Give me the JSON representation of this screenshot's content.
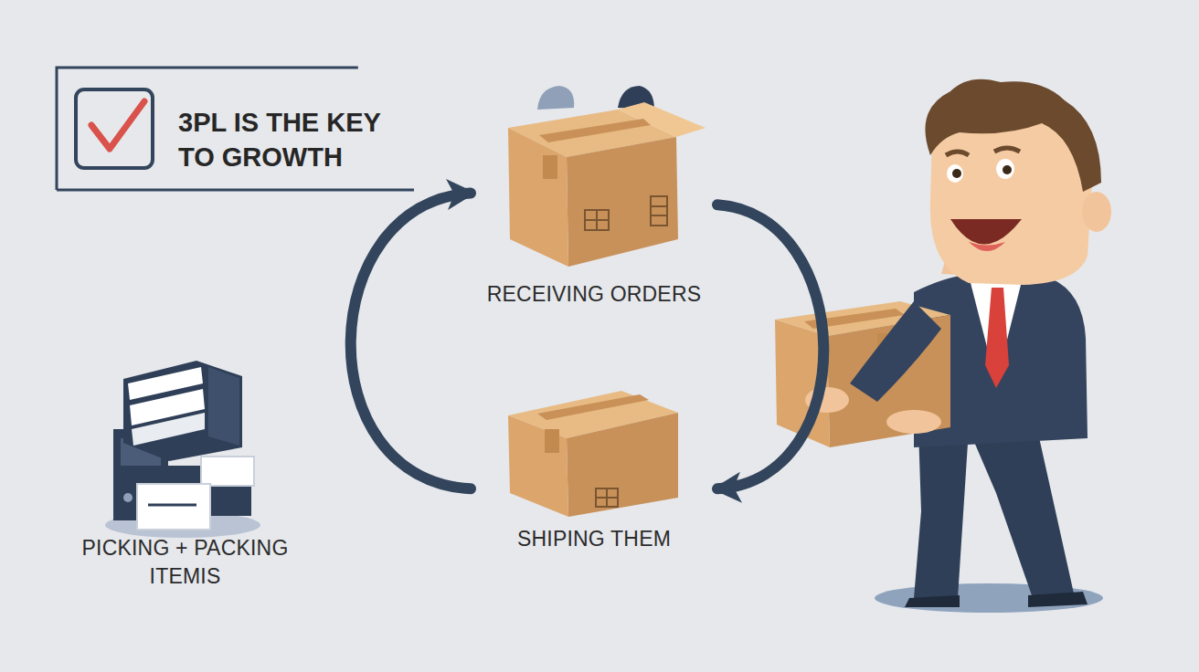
{
  "diagram": {
    "nodes": [
      {
        "text": [
          "3PL IS THE KEY TO GROWTH"
        ]
      },
      {
        "text": [
          "RECEIVING ORDERS"
        ]
      },
      {
        "text": [
          "SHIPING THEM"
        ]
      },
      {
        "text": [
          "PICKING + PACKING ITEMIS"
        ]
      }
    ],
    "edges": [
      {
        "from": 1,
        "to": 2,
        "arrow": "to"
      },
      {
        "from": 2,
        "to": 1,
        "arrow": "to"
      }
    ]
  }
}
